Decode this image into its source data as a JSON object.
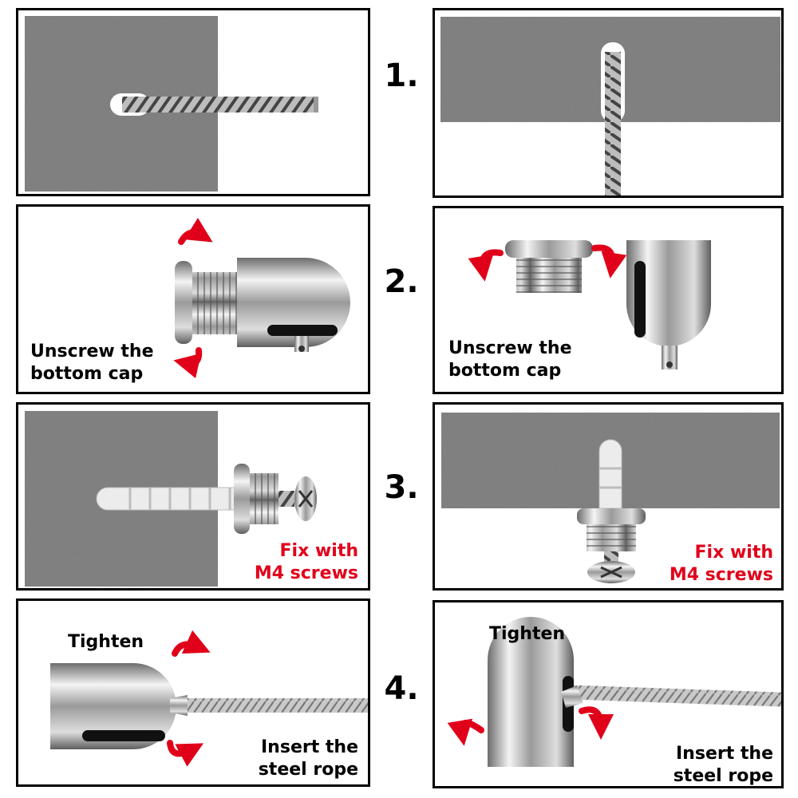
{
  "colors": {
    "accent_red": "#e1001a",
    "wall_gray": "#8a8a8a",
    "steel": "#b8b8b8"
  },
  "steps": [
    {
      "number": "1.",
      "left_label": "",
      "right_label": ""
    },
    {
      "number": "2.",
      "left_label": [
        "Unscrew the",
        "bottom cap"
      ],
      "right_label": [
        "Unscrew the",
        "bottom cap"
      ]
    },
    {
      "number": "3.",
      "left_label": [
        "Fix with",
        "M4 screws"
      ],
      "right_label": [
        "Fix with",
        "M4 screws"
      ]
    },
    {
      "number": "4.",
      "left_top": "Tighten",
      "left_bottom": [
        "Insert the",
        "steel rope"
      ],
      "right_top": "Tighten",
      "right_bottom": [
        "Insert the",
        "steel rope"
      ]
    }
  ]
}
